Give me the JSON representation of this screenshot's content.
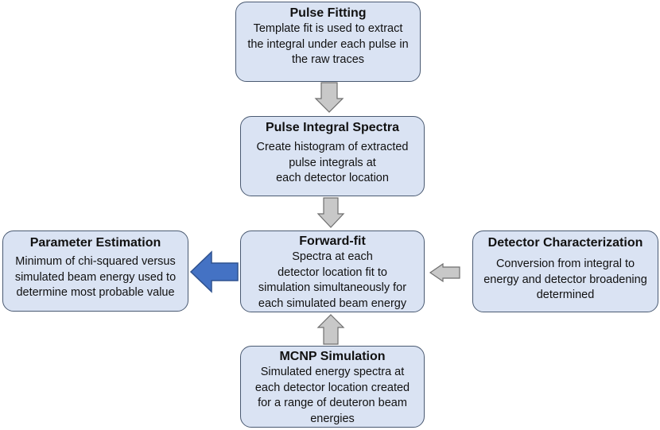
{
  "boxes": {
    "pulse_fitting": {
      "title": "Pulse Fitting",
      "lines": [
        "Template fit is used to extract",
        "the integral under each pulse in",
        "the raw traces"
      ]
    },
    "pulse_integral": {
      "title": "Pulse Integral Spectra",
      "lines": [
        "Create histogram of extracted",
        "pulse integrals at",
        "each detector location"
      ]
    },
    "forward_fit": {
      "title": "Forward-fit",
      "lines": [
        "Spectra at each",
        "detector location fit to",
        "simulation simultaneously for",
        "each simulated beam energy"
      ]
    },
    "parameter_estimation": {
      "title": "Parameter Estimation",
      "lines": [
        "Minimum of chi-squared versus",
        "simulated beam energy used to",
        "determine most probable value"
      ]
    },
    "detector_characterization": {
      "title": "Detector Characterization",
      "lines": [
        "Conversion from integral to",
        "energy and detector broadening",
        "determined"
      ]
    },
    "mcnp_simulation": {
      "title": "MCNP Simulation",
      "lines": [
        "Simulated energy spectra at",
        "each detector location created",
        "for a range of deuteron beam",
        "energies"
      ]
    }
  },
  "colors": {
    "box_fill": "#dae3f3",
    "box_border": "#4a5a72",
    "gray_arrow": "#c8c8c8",
    "gray_arrow_border": "#6e6e6e",
    "blue_arrow": "#4472c4",
    "blue_arrow_border": "#2f528f"
  }
}
